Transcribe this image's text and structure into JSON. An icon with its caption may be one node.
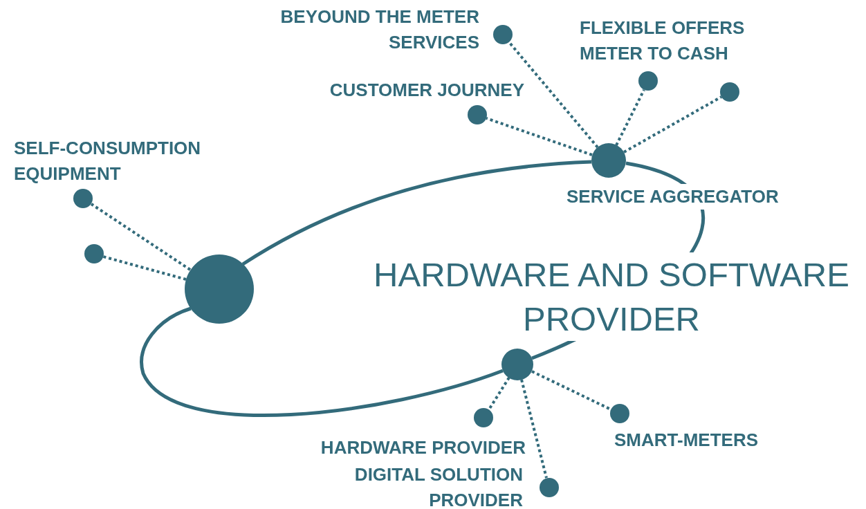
{
  "diagram": {
    "nodes": [
      {
        "text": [],
        "shape": "circle"
      },
      {
        "text": [
          "SERVICE AGGREGATOR"
        ]
      },
      {
        "text": [],
        "shape": "circle"
      },
      {
        "text": [],
        "shape": "circle",
        "beside": [
          "SELF-CONSUMPTION EQUIPMENT"
        ]
      },
      {
        "text": [],
        "shape": "circle"
      },
      {
        "text": [],
        "shape": "circle",
        "beside": [
          "CUSTOMER JOURNEY"
        ]
      },
      {
        "text": [],
        "shape": "circle",
        "beside": [
          "BEYOUND THE METER SERVICES"
        ]
      },
      {
        "text": [],
        "shape": "circle",
        "beside": [
          "FLEXIBLE OFFERS METER TO CASH"
        ]
      },
      {
        "text": [],
        "shape": "circle"
      },
      {
        "text": [],
        "shape": "circle",
        "beside": [
          "HARDWARE PROVIDER"
        ]
      },
      {
        "text": [],
        "shape": "circle",
        "beside": [
          "DIGITAL SOLUTION PROVIDER"
        ]
      },
      {
        "text": [],
        "shape": "circle",
        "beside": [
          "SMART-METERS"
        ]
      }
    ],
    "edges": [
      {
        "from": 0,
        "to": 1,
        "arrow": "none"
      },
      {
        "from": 1,
        "to": 2,
        "arrow": "none"
      },
      {
        "from": 2,
        "to": 0,
        "arrow": "none"
      },
      {
        "from": 0,
        "to": 3,
        "arrow": "none",
        "style": "dashed"
      },
      {
        "from": 0,
        "to": 4,
        "arrow": "none",
        "style": "dashed"
      },
      {
        "from": 1,
        "to": 5,
        "arrow": "none",
        "style": "dashed"
      },
      {
        "from": 1,
        "to": 6,
        "arrow": "none",
        "style": "dashed"
      },
      {
        "from": 1,
        "to": 7,
        "arrow": "none",
        "style": "dashed"
      },
      {
        "from": 1,
        "to": 8,
        "arrow": "none",
        "style": "dashed"
      },
      {
        "from": 2,
        "to": 9,
        "arrow": "none",
        "style": "dashed"
      },
      {
        "from": 2,
        "to": 10,
        "arrow": "none",
        "style": "dashed"
      },
      {
        "from": 2,
        "to": 11,
        "arrow": "none",
        "style": "dashed"
      }
    ],
    "labels": [
      "HARDWARE AND SOFTWARE PROVIDER"
    ]
  }
}
